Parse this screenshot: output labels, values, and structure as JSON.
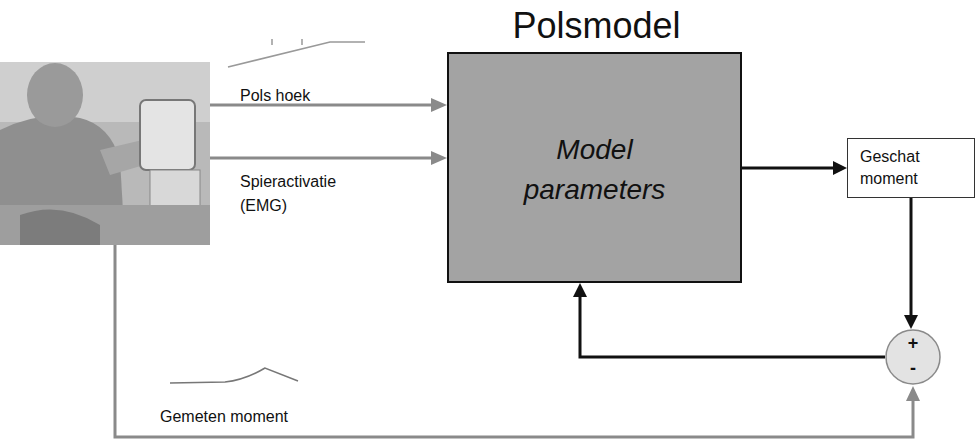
{
  "diagram": {
    "nodes": [
      {
        "text": [
          "Polsmodel",
          "Model parameters"
        ]
      },
      {
        "text": [
          "Geschat moment"
        ]
      },
      {
        "text": [
          "+",
          "-"
        ]
      }
    ],
    "edges": [
      {
        "from": 0,
        "to": 1,
        "arrow": "to"
      },
      {
        "from": 1,
        "to": 2,
        "arrow": "to"
      },
      {
        "from": 2,
        "to": 0,
        "arrow": "to"
      }
    ],
    "labels": [
      "Pols hoek",
      "Spieractivatie (EMG)",
      "Gemeten moment"
    ]
  }
}
